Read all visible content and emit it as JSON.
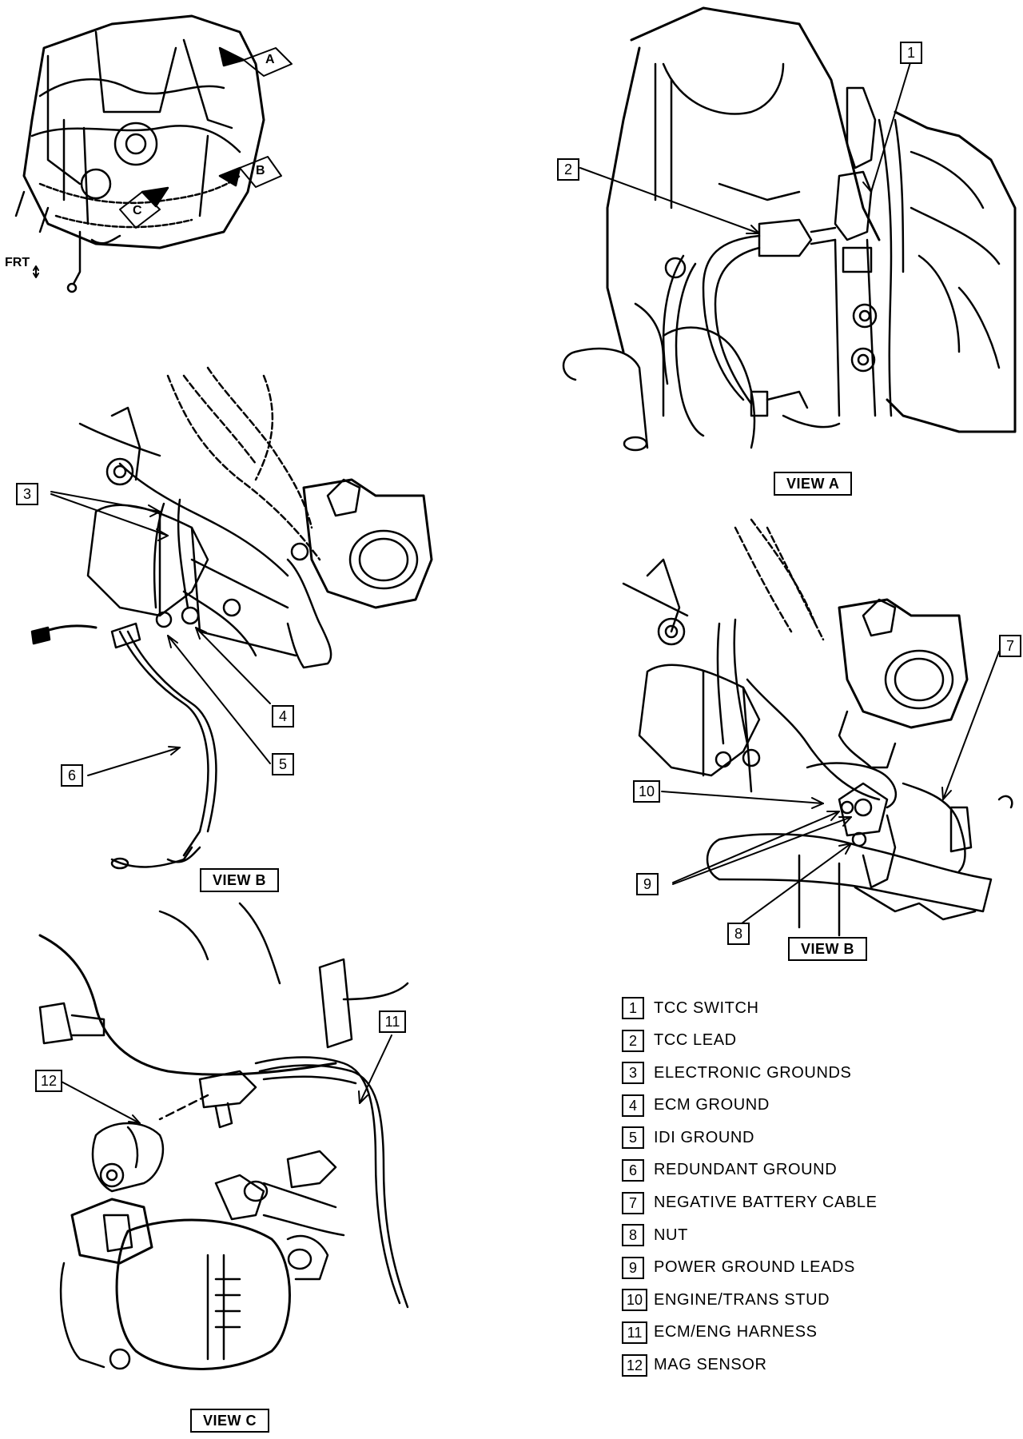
{
  "orientation": {
    "label": "FRT"
  },
  "overview_arrows": {
    "a": "A",
    "b": "B",
    "c": "C"
  },
  "views": {
    "view_a": "VIEW A",
    "view_b_left": "VIEW B",
    "view_b_right": "VIEW B",
    "view_c": "VIEW C"
  },
  "callouts": {
    "c1": "1",
    "c2": "2",
    "c3": "3",
    "c4": "4",
    "c5": "5",
    "c6": "6",
    "c7": "7",
    "c8": "8",
    "c9": "9",
    "c10": "10",
    "c11": "11",
    "c12": "12"
  },
  "legend": [
    {
      "num": "1",
      "text": "TCC SWITCH"
    },
    {
      "num": "2",
      "text": "TCC LEAD"
    },
    {
      "num": "3",
      "text": "ELECTRONIC GROUNDS"
    },
    {
      "num": "4",
      "text": "ECM GROUND"
    },
    {
      "num": "5",
      "text": "IDI GROUND"
    },
    {
      "num": "6",
      "text": "REDUNDANT GROUND"
    },
    {
      "num": "7",
      "text": "NEGATIVE BATTERY CABLE"
    },
    {
      "num": "8",
      "text": "NUT"
    },
    {
      "num": "9",
      "text": "POWER GROUND LEADS"
    },
    {
      "num": "10",
      "text": "ENGINE/TRANS STUD"
    },
    {
      "num": "11",
      "text": "ECM/ENG HARNESS"
    },
    {
      "num": "12",
      "text": "MAG SENSOR"
    }
  ]
}
